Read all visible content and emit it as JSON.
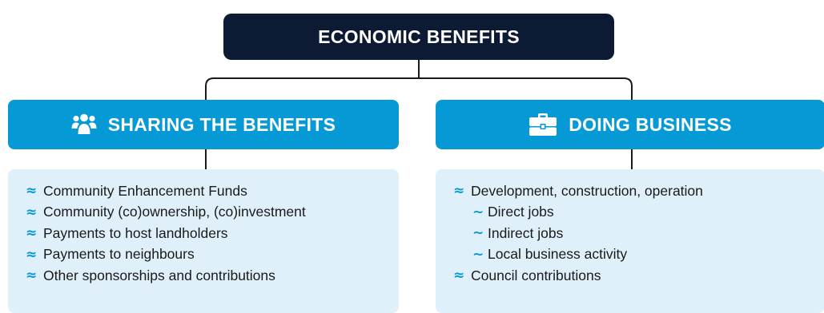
{
  "diagram": {
    "title": "ECONOMIC BENEFITS",
    "colors": {
      "title_bg": "#0c1a33",
      "accent": "#0599d6",
      "panel_bg": "#dff0fb",
      "text": "#1a1a1a"
    },
    "bullet_symbols": {
      "main": "≈",
      "sub": "~"
    },
    "branches": [
      {
        "title": "SHARING THE BENEFITS",
        "icon": "people-group-icon",
        "items": [
          {
            "text": "Community Enhancement Funds",
            "level": 1
          },
          {
            "text": "Community (co)ownership, (co)investment",
            "level": 1
          },
          {
            "text": "Payments to host landholders",
            "level": 1
          },
          {
            "text": "Payments to neighbours",
            "level": 1
          },
          {
            "text": "Other sponsorships and contributions",
            "level": 1
          }
        ]
      },
      {
        "title": "DOING BUSINESS",
        "icon": "briefcase-icon",
        "items": [
          {
            "text": "Development, construction, operation",
            "level": 1
          },
          {
            "text": "Direct jobs",
            "level": 2
          },
          {
            "text": "Indirect jobs",
            "level": 2
          },
          {
            "text": "Local business activity",
            "level": 2
          },
          {
            "text": "Council contributions",
            "level": 1
          }
        ]
      }
    ]
  }
}
